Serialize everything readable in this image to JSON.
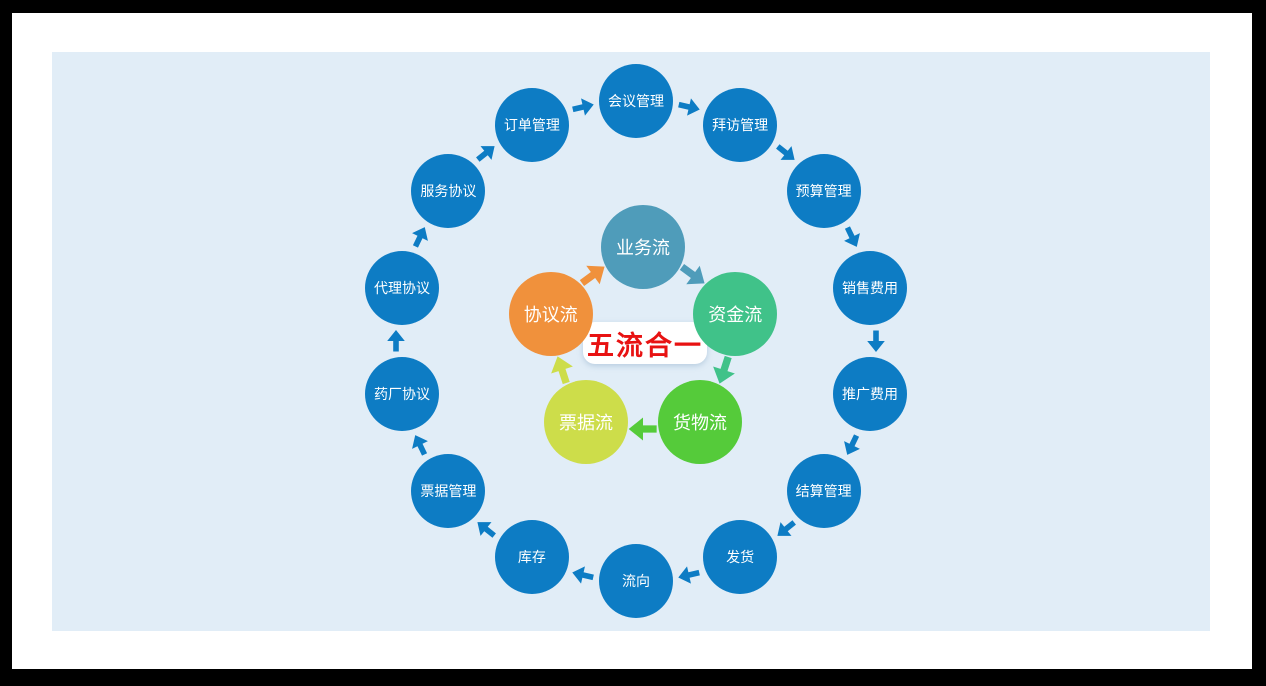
{
  "diagram_title": "五流合一",
  "colors": {
    "frame": "#000000",
    "page_bg": "#ffffff",
    "panel_bg": "#e1edf7",
    "outer_node": "#0d7cc4",
    "outer_arrow": "#0d7cc4",
    "node_text": "#ffffff",
    "center_bg": "#ffffff",
    "center_text": "#e81212"
  },
  "center": {
    "label": "五流合一"
  },
  "outer_ring": {
    "direction": "clockwise",
    "items": [
      {
        "label": "会议管理"
      },
      {
        "label": "拜访管理"
      },
      {
        "label": "预算管理"
      },
      {
        "label": "销售费用"
      },
      {
        "label": "推广费用"
      },
      {
        "label": "结算管理"
      },
      {
        "label": "发货"
      },
      {
        "label": "流向"
      },
      {
        "label": "库存"
      },
      {
        "label": "票据管理"
      },
      {
        "label": "药厂协议"
      },
      {
        "label": "代理协议"
      },
      {
        "label": "服务协议"
      },
      {
        "label": "订单管理"
      }
    ]
  },
  "inner_ring": {
    "direction": "clockwise",
    "items": [
      {
        "label": "业务流",
        "color": "#4f9cba"
      },
      {
        "label": "资金流",
        "color": "#40c289"
      },
      {
        "label": "货物流",
        "color": "#55cb3a"
      },
      {
        "label": "票据流",
        "color": "#cddd4a"
      },
      {
        "label": "协议流",
        "color": "#f0913c"
      }
    ]
  }
}
